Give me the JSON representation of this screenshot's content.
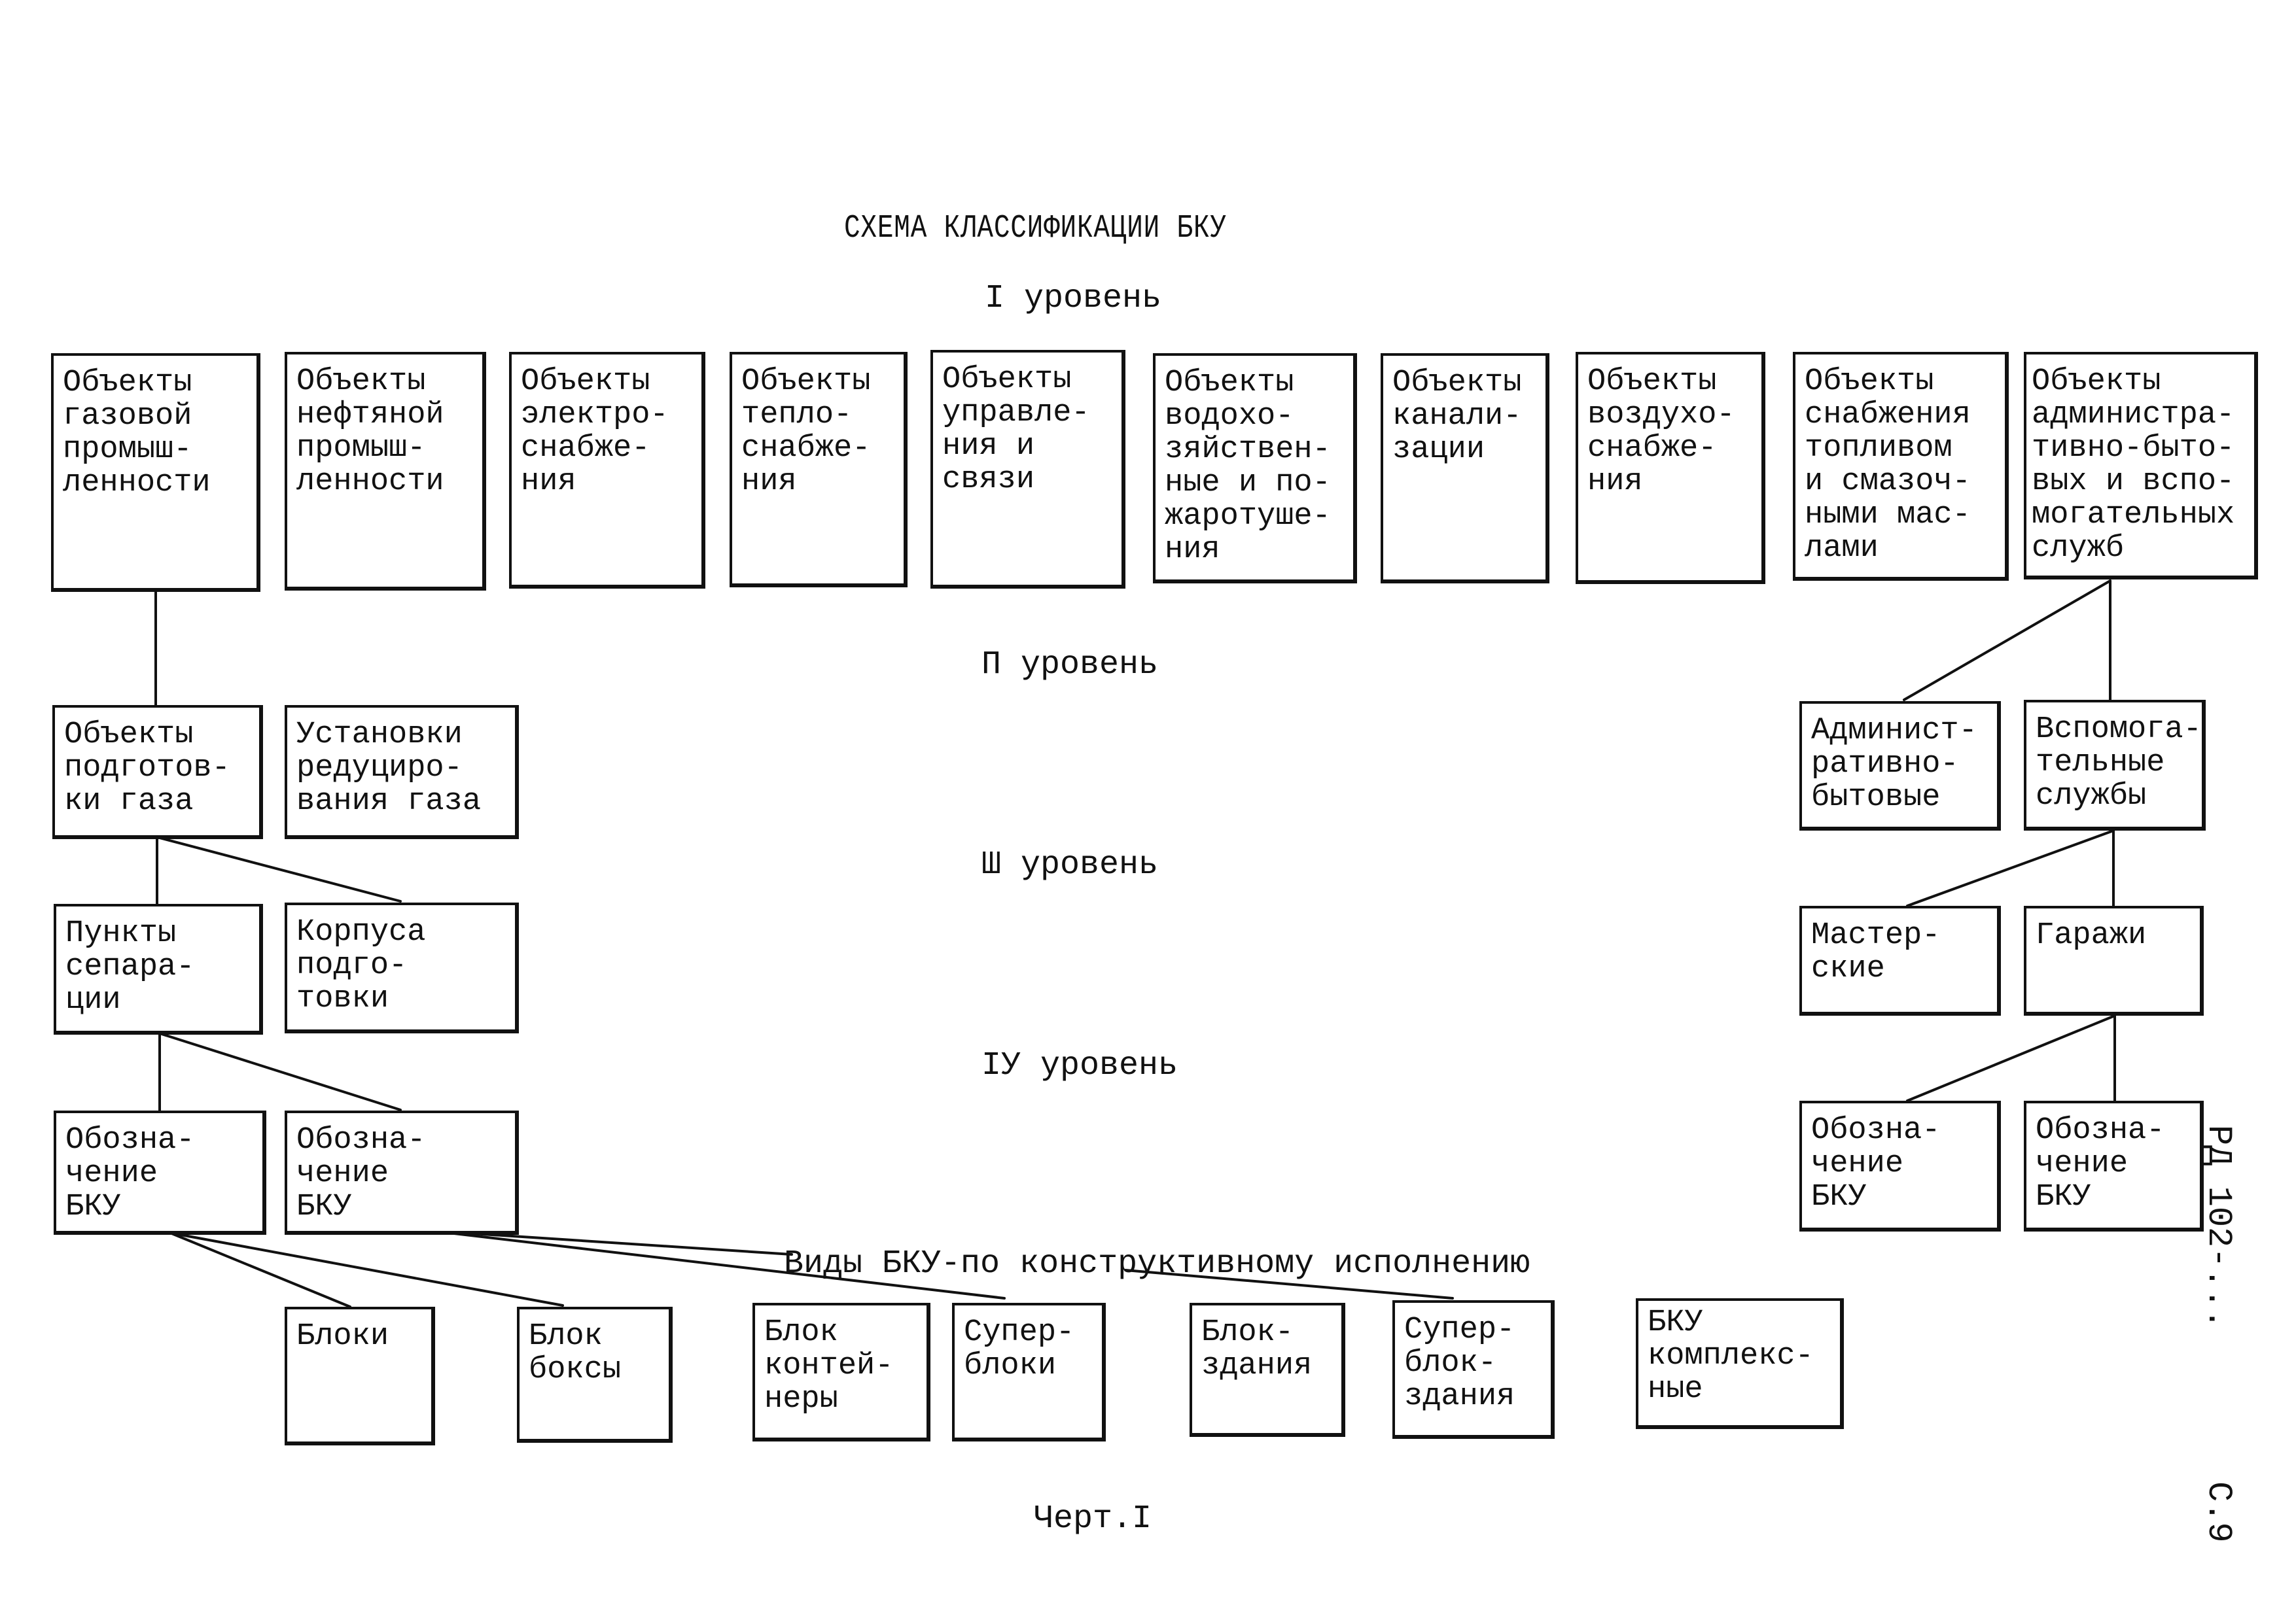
{
  "diagram": {
    "title": "СХЕМА КЛАССИФИКАЦИИ БКУ",
    "levels": {
      "l1": "I уровень",
      "l2": "П уровень",
      "l3": "Ш уровень",
      "l4": "IУ уровень"
    },
    "types_label": "Виды БКУ-по конструктивному исполнению",
    "level1": [
      "Объекты\nгазовой\nпромыш-\nленности",
      "Объекты\nнефтяной\nпромыш-\nленности",
      "Объекты\nэлектро-\nснабже-\nния",
      "Объекты\nтепло-\nснабже-\nния",
      "Объекты\nуправле-\nния и\nсвязи",
      "Объекты\nводохо-\nзяйствен-\nные и по-\nжаротуше-\nния",
      "Объекты\nканали-\nзации",
      "Объекты\nвоздухо-\nснабже-\nния",
      "Объекты\nснабжения\nтопливом\nи смазоч-\nными мас-\nлами",
      "Объекты\nадминистра-\nтивно-быто-\nвых и вспо-\nмогательных\nслужб"
    ],
    "level2": [
      "Объекты\nподготов-\nки газа",
      "Установки\nредуциро-\nвания газа",
      "Админист-\nративно-\nбытовые",
      "Вспомога-\nтельные\nслужбы"
    ],
    "level3": [
      "Пункты\nсепара-\nции",
      "Корпуса\nподго-\nтовки",
      "Мастер-\nские",
      "Гаражи"
    ],
    "level4": [
      "Обозна-\nчение\nБКУ",
      "Обозна-\nчение\nБКУ",
      "Обозна-\nчение\nБКУ",
      "Обозна-\nчение\nБКУ"
    ],
    "types": [
      "Блоки",
      "Блок\nбоксы",
      "Блок\nконтей-\nнеры",
      "Супер-\nблоки",
      "Блок-\nздания",
      "Супер-\nблок-\nздания",
      "БКУ\nкомплекс-\nные"
    ],
    "caption": "Черт.I",
    "side_code": "РД 102-...",
    "page_number": "С.9"
  }
}
